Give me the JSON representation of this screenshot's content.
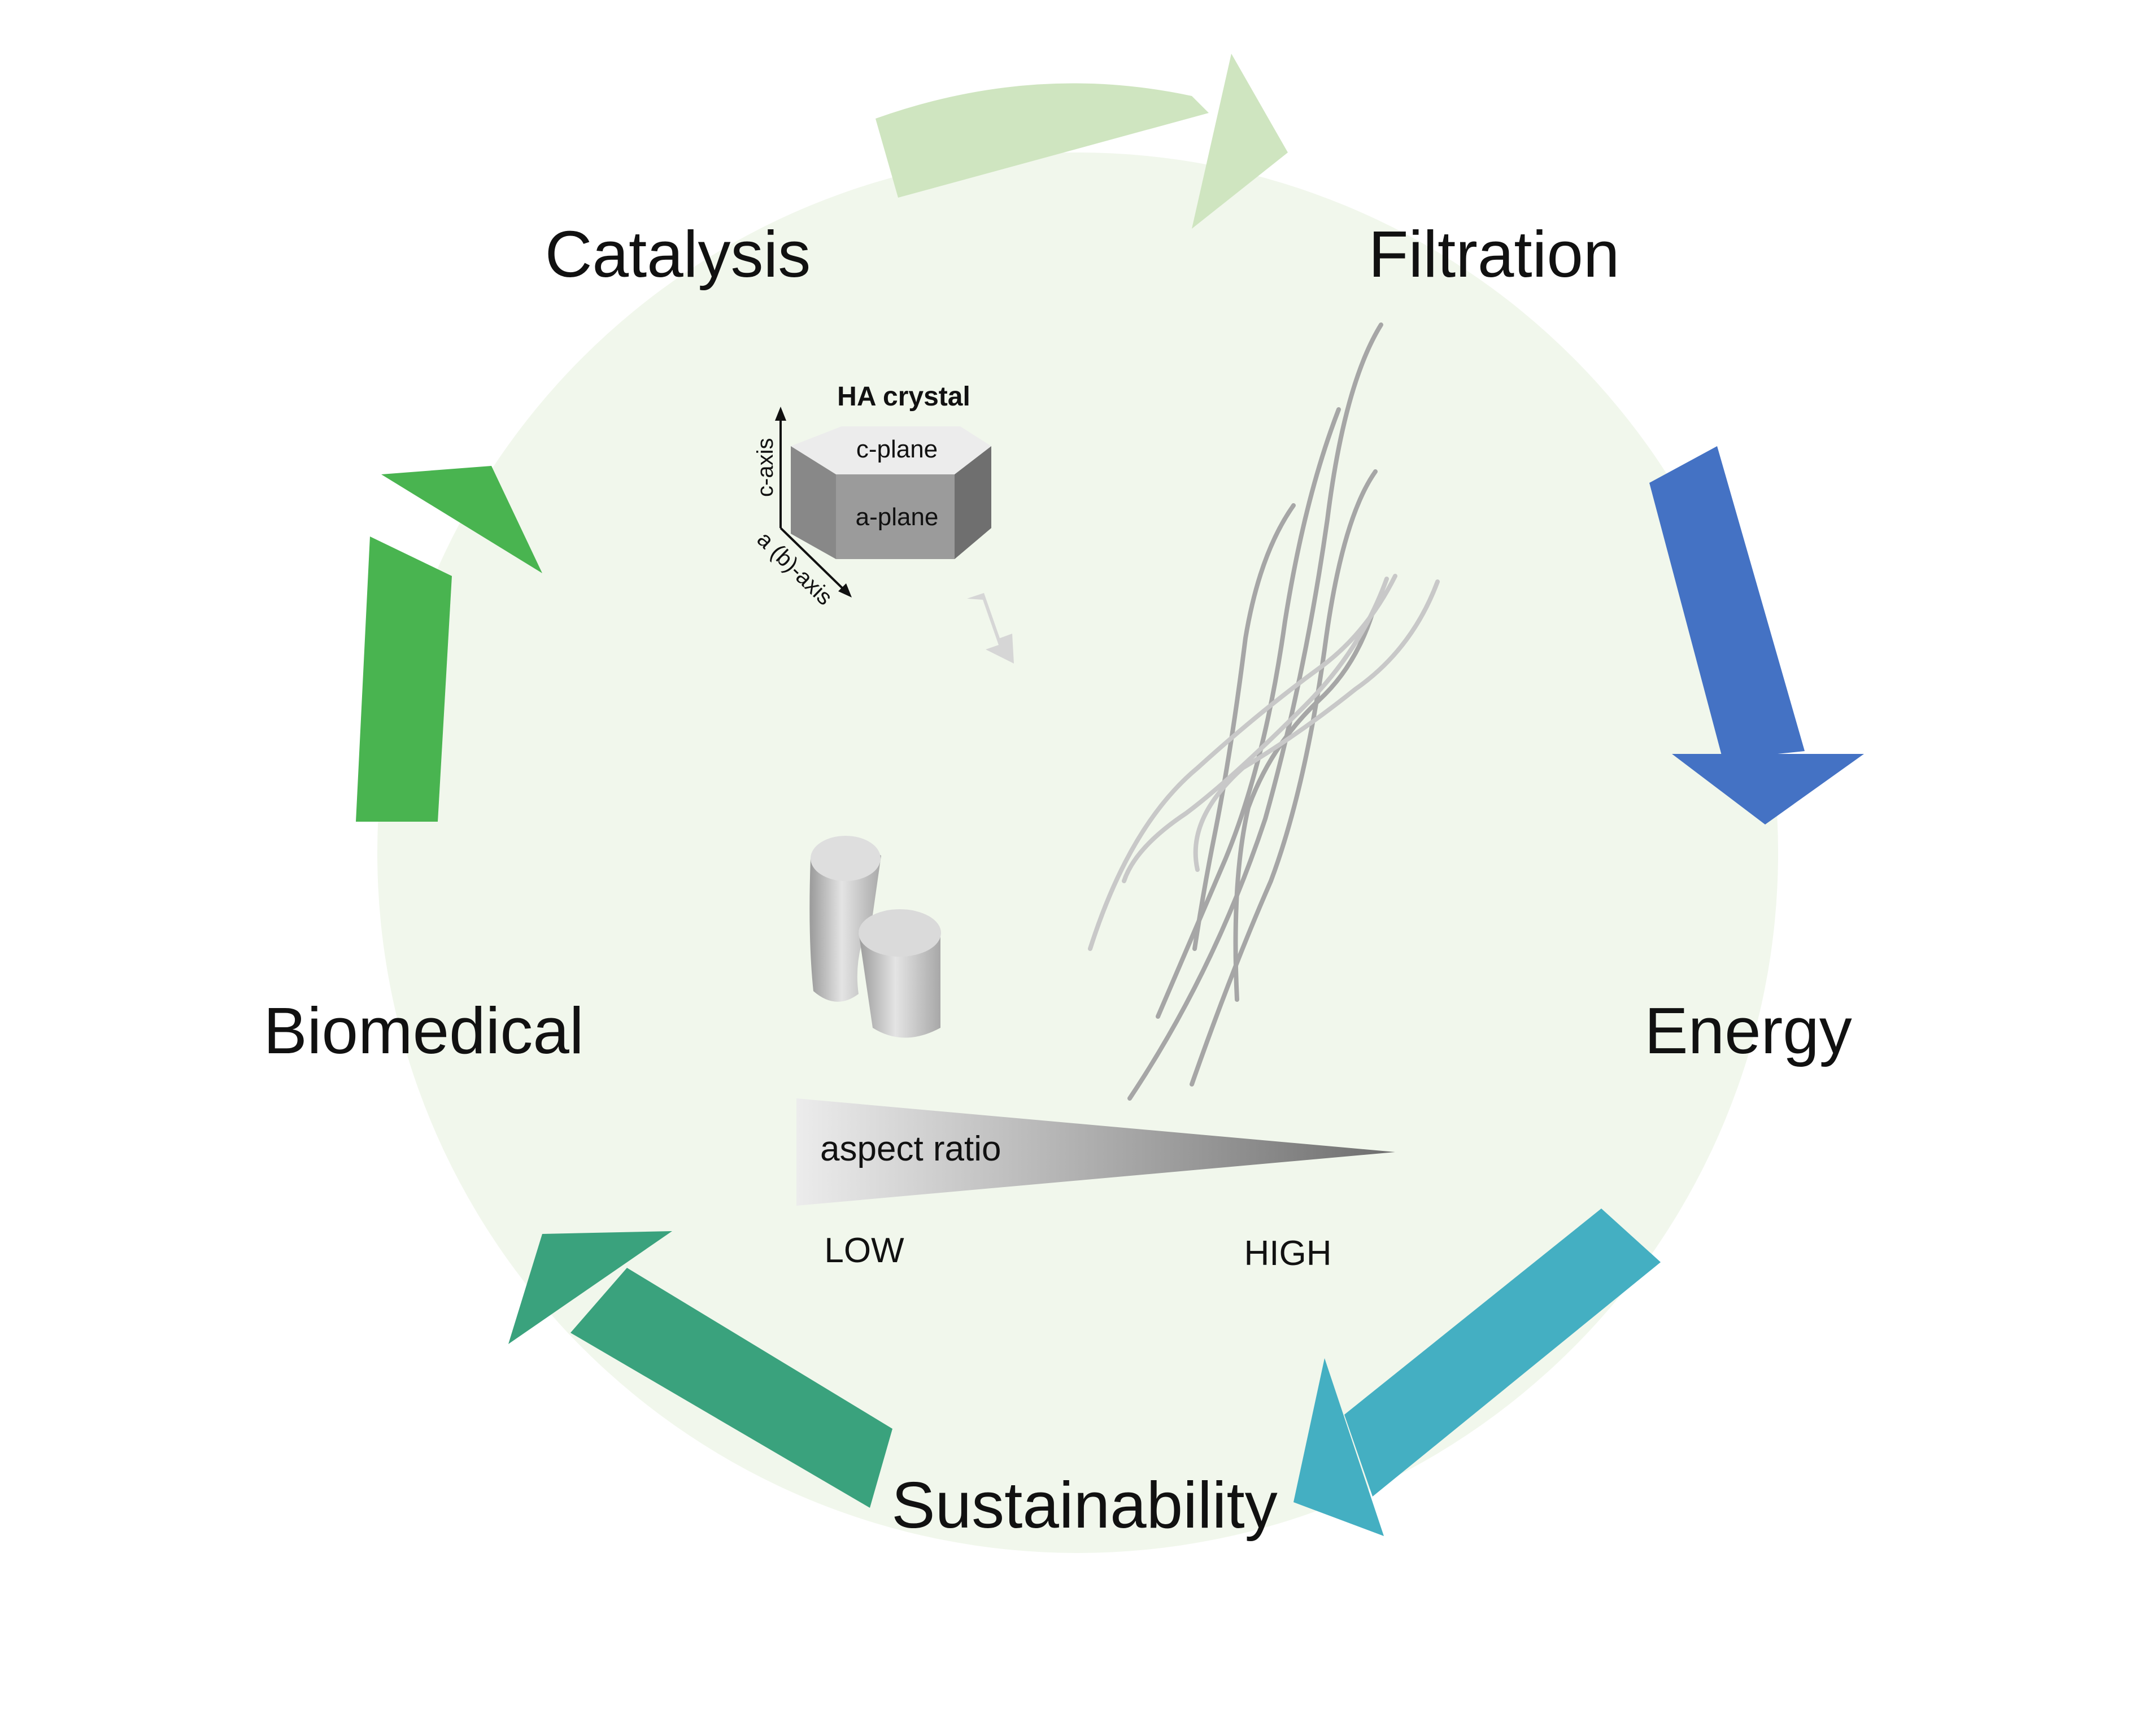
{
  "applications": {
    "catalysis": "Catalysis",
    "filtration": "Filtration",
    "energy": "Energy",
    "sustainability": "Sustainability",
    "biomedical": "Biomedical"
  },
  "crystal": {
    "title": "HA crystal",
    "c_plane": "c-plane",
    "a_plane": "a-plane",
    "c_axis": "c-axis",
    "ab_axis": "a (b)-axis"
  },
  "aspect_ratio": {
    "label": "aspect ratio",
    "low": "LOW",
    "high": "HIGH"
  },
  "colors": {
    "background_circle": "#f1f7ec",
    "arrow_catalysis_filtration": "#cfe5c0",
    "arrow_filtration_energy": "#4472c4",
    "arrow_energy_sustainability": "#44afc2",
    "arrow_sustainability_biomedical": "#3aa27d",
    "arrow_biomedical_catalysis": "#49b450"
  }
}
